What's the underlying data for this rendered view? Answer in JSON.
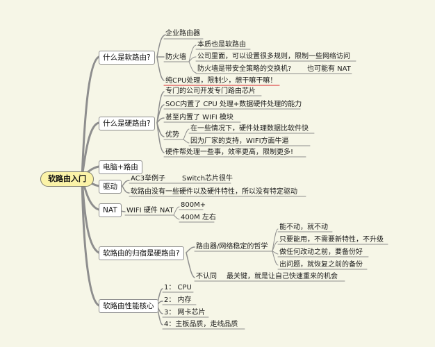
{
  "root": "软路由入门",
  "branches": {
    "b1": {
      "label": "什么是软路由?",
      "c1": "企业路由器",
      "c2": {
        "label": "防火墙",
        "c1": "本质也是软路由",
        "c2": "公司里面，可以设置很多规则，限制一些网络访问",
        "c3": "防火墙是带安全策略的交换机?",
        "c3b": "也可能有 NAT"
      },
      "c3": "纯CPU处理，限制少，想干嘛干嘛！"
    },
    "b2": {
      "label": "什么是硬路由?",
      "c1": "专门的公司开发专门路由芯片",
      "c2": "SOC内置了 CPU 处理+数据硬件处理的能力",
      "c3": "甚至内置了 WIFI 模块",
      "c4": {
        "label": "优势",
        "c1": "在一些情况下，硬件处理数据比软件快",
        "c2": "因为厂家的支持，WIFI方面牛逼"
      },
      "c5": "硬件帮处理一些事，效率更高，限制更多!"
    },
    "b3": {
      "label": "电脑+路由"
    },
    "b4": {
      "label": "驱动",
      "c1": "AC3举例子",
      "c1b": "Switch芯片很牛",
      "c2": "软路由没有一些硬件以及硬件特性，所以没有特定驱动"
    },
    "b5": {
      "label": "NAT",
      "c1": "WIFI 硬件 NAT",
      "c1a": "800M+",
      "c1b": "400M 左右"
    },
    "b6": {
      "label": "软路由的归宿是硬路由?",
      "c1": {
        "label": "路由器/网络稳定的哲学",
        "c1": "能不动，就不动",
        "c2": "只要能用，不需要新特性，不升级",
        "c3": "做任何改动之前，要备份好",
        "c4": "出问题，就恢复之前的备份"
      },
      "c2": "不认同",
      "c2b": "最关键，就是让自己快速重来的机会"
    },
    "b7": {
      "label": "软路由性能核心",
      "c1": "1：  CPU",
      "c2": "2：  内存",
      "c3": "3：  网卡芯片",
      "c4": "4：主板品质，走线品质"
    }
  },
  "colors": {
    "background": "#f6f6e7",
    "root_fill": "#fbf3a8",
    "line": "#8e8e8e",
    "underline_accent": "#e05050"
  }
}
